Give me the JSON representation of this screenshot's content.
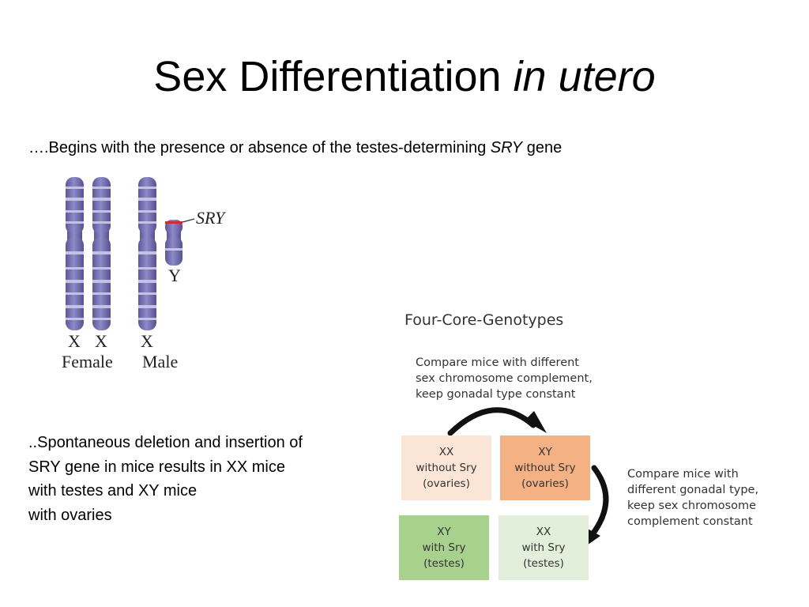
{
  "title": {
    "main": "Sex Differentiation ",
    "italic": "in utero"
  },
  "subtitle": {
    "prefix": "….Begins with the presence or absence of the testes-determining ",
    "gene": "SRY",
    "suffix": " gene"
  },
  "chromosomes": {
    "sry_label": "SRY",
    "y_label": "Y",
    "x_label_1": "X",
    "x_label_2": "X",
    "x_label_3": "X",
    "female_label": "Female",
    "male_label": "Male",
    "colors": {
      "chromosome": "#7b76b5",
      "band": "#c4c1e2",
      "sry": "#d2283e"
    }
  },
  "body_text": {
    "line1": "..Spontaneous deletion and insertion of",
    "line2": "SRY gene in mice results in XX mice",
    "line3": "with testes and XY mice",
    "line4": "with ovaries"
  },
  "four_core": {
    "title": "Four-Core-Genotypes",
    "top_note": {
      "line1": "Compare mice with different",
      "line2": "sex chromosome complement,",
      "line3": "keep gonadal type constant"
    },
    "side_note": {
      "line1": "Compare mice with",
      "line2": "different gonadal type,",
      "line3": "keep sex chromosome",
      "line4": "complement constant"
    },
    "boxes": [
      {
        "genotype": "XX",
        "sry": "without Sry",
        "gonad": "(ovaries)",
        "color": "#fbe5d6"
      },
      {
        "genotype": "XY",
        "sry": "without Sry",
        "gonad": "(ovaries)",
        "color": "#f4b183"
      },
      {
        "genotype": "XY",
        "sry": "with Sry",
        "gonad": "(testes)",
        "color": "#a9d18e"
      },
      {
        "genotype": "XX",
        "sry": "with Sry",
        "gonad": "(testes)",
        "color": "#e2efda"
      }
    ]
  }
}
